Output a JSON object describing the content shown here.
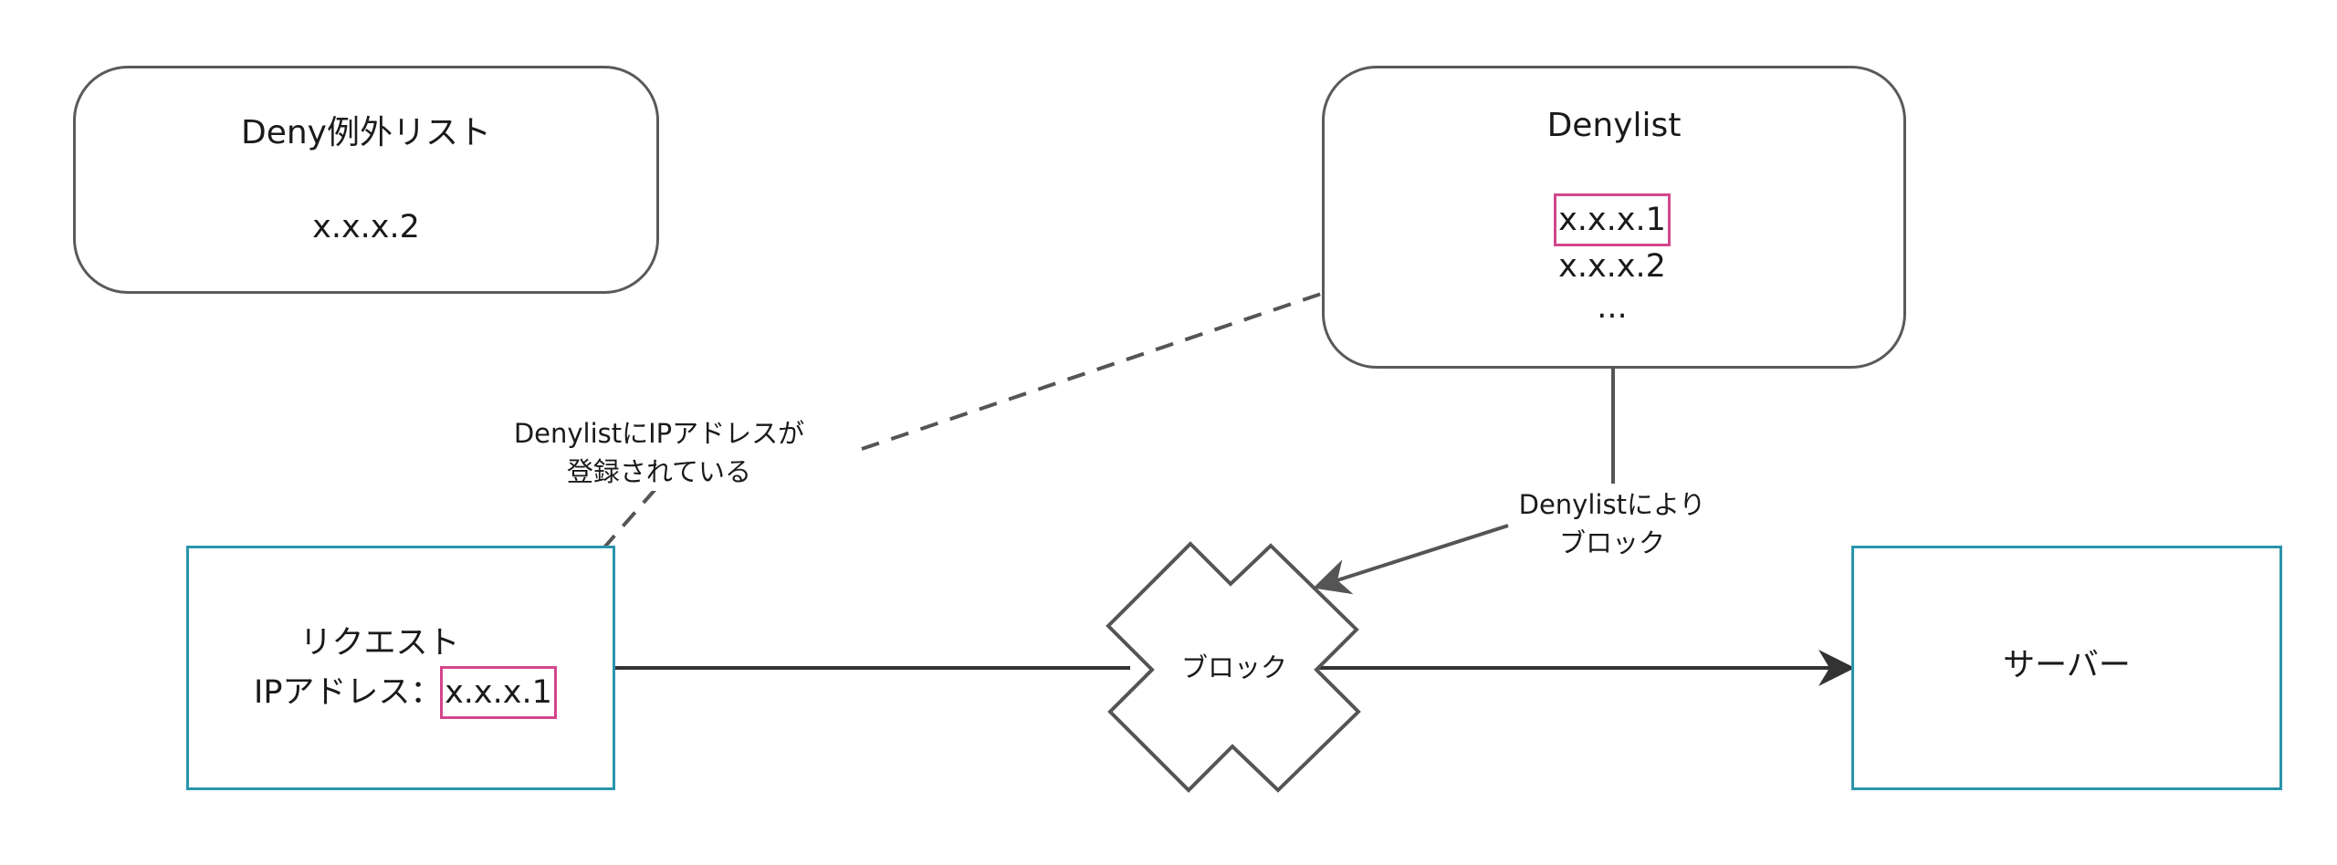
{
  "exception_list": {
    "title": "Deny例外リスト",
    "entries": [
      "x.x.x.2"
    ]
  },
  "denylist": {
    "title": "Denylist",
    "highlighted_entry": "x.x.x.1",
    "entries": [
      "x.x.x.2",
      "..."
    ]
  },
  "request_node": {
    "line1": "リクエスト",
    "ip_prefix": "IPアドレス：",
    "ip_value": "x.x.x.1"
  },
  "server_node": {
    "label": "サーバー"
  },
  "block_node": {
    "label": "ブロック"
  },
  "edge_labels": {
    "registered_line1": "DenylistにIPアドレスが",
    "registered_line2": "登録されている",
    "blocked_line1": "Denylistにより",
    "blocked_line2": "ブロック"
  },
  "colors": {
    "rule_box_border": "#5a5a5a",
    "node_box_border": "#2a94ac",
    "highlight_border": "#d2468b",
    "connector": "#555555"
  }
}
